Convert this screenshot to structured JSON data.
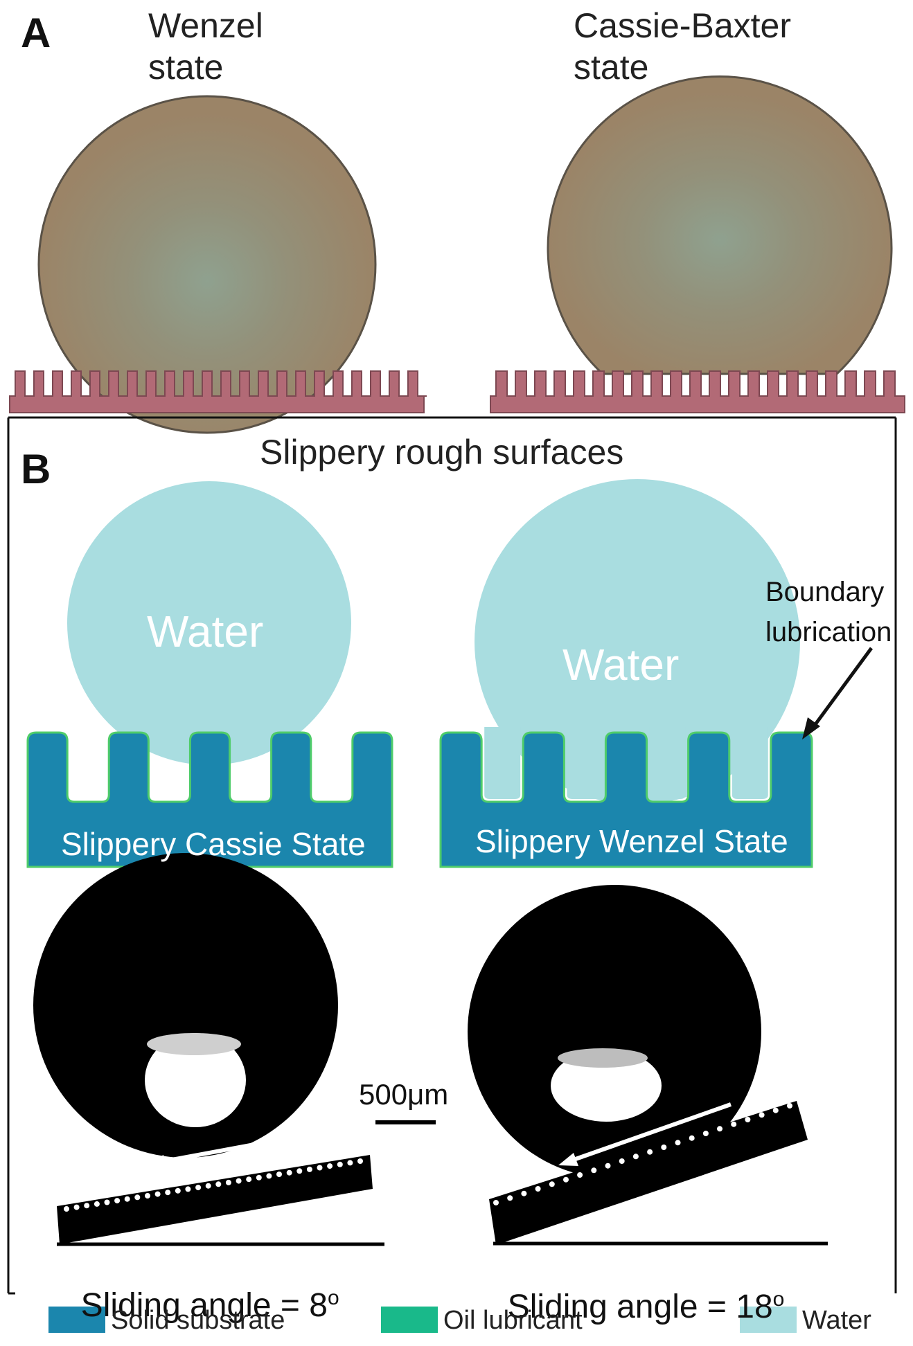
{
  "panel_a": {
    "letter": "A",
    "left_title_lines": [
      "Wenzel",
      "state"
    ],
    "right_title_lines": [
      "Cassie-Baxter",
      "state"
    ]
  },
  "panel_b": {
    "letter": "B",
    "title": "Slippery rough surfaces",
    "left_water_label": "Water",
    "right_water_label": "Water",
    "left_state_label": "Slippery Cassie State",
    "right_state_label": "Slippery Wenzel State",
    "annotation_lines": [
      "Boundary",
      "lubrication"
    ],
    "scale_bar_label": "500μm",
    "left_angle_text": "Sliding angle = 8",
    "left_angle_sup": "o",
    "right_angle_text": "Sliding angle = 18",
    "right_angle_sup": "o"
  },
  "legend": {
    "items": [
      {
        "label": "Solid substrate",
        "color": "#1b86ad"
      },
      {
        "label": "Oil lubricant",
        "color": "#19b98a"
      },
      {
        "label": "Water",
        "color": "#a9dde0"
      }
    ]
  },
  "colors": {
    "drop_brown": "#9a8669",
    "substrate_red": "#b26a76",
    "substrate_blue": "#1b86ad",
    "oil_green": "#4fcc6a",
    "water_light": "#a9dde0",
    "photo_black": "#000000"
  }
}
